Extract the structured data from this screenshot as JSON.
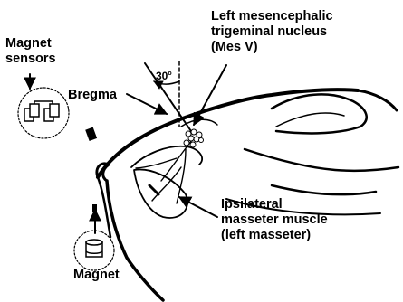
{
  "labels": {
    "mes_v": [
      "Left mesencephalic",
      "trigeminal nucleus",
      "(Mes V)"
    ],
    "magnet_sensors": [
      "Magnet",
      "sensors"
    ],
    "bregma": "Bregma",
    "angle_value": "30",
    "angle_unit": "o",
    "masseter": [
      "Ipsilateral",
      "masseter muscle",
      "(left masseter)"
    ],
    "magnet": "Magnet"
  },
  "colors": {
    "ink": "#000000",
    "background": "#ffffff"
  }
}
